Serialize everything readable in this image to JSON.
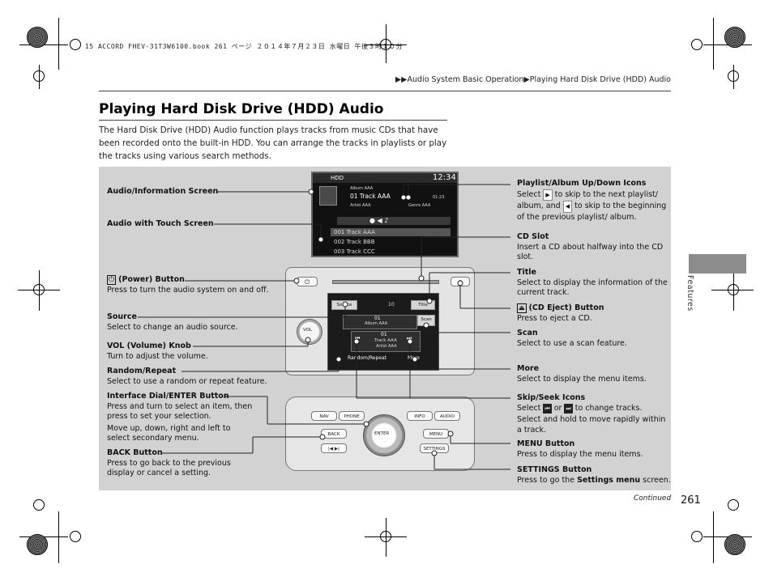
{
  "print_line": "15 ACCORD FHEV-31T3W6100.book  261 ページ  ２０１４年７月２３日  水曜日  午後３時１０分",
  "breadcrumb": {
    "marker": "▶▶",
    "crumb1": "Audio System Basic Operation",
    "sep": "▶",
    "crumb2": "Playing Hard Disk Drive (HDD) Audio"
  },
  "title": "Playing Hard Disk Drive (HDD) Audio",
  "intro": "The Hard Disk Drive (HDD) Audio function plays tracks from music CDs that have been recorded onto the built-in HDD. You can arrange the tracks in playlists or play the tracks using various search methods.",
  "left_labels": {
    "audio_info": "Audio/Information Screen",
    "audio_touch": "Audio with Touch Screen",
    "power_head": "(Power) Button",
    "power_desc": "Press to turn the audio system on and off.",
    "source_head": "Source",
    "source_desc": "Select to change an audio source.",
    "vol_head": "VOL (Volume) Knob",
    "vol_desc": "Turn to adjust the volume.",
    "random_head": "Random/Repeat",
    "random_desc": "Select to use a random or repeat feature.",
    "dial_head": "Interface Dial/ENTER Button",
    "dial_desc1": "Press and turn to select an item, then press to set your selection.",
    "dial_desc2": "Move up, down, right and left to select secondary menu.",
    "back_head": "BACK Button",
    "back_desc": "Press to go back to the previous display or cancel a setting."
  },
  "right_labels": {
    "playlist_head": "Playlist/Album Up/Down Icons",
    "playlist_desc_a": "Select",
    "playlist_desc_b": "to skip to the next playlist/ album, and",
    "playlist_desc_c": "to skip to the beginning of the previous playlist/ album.",
    "cdslot_head": "CD Slot",
    "cdslot_desc": "Insert a CD about halfway into the CD slot.",
    "title_head": "Title",
    "title_desc": "Select to display the information of the current track.",
    "eject_head": "(CD Eject) Button",
    "eject_desc": "Press to eject a CD.",
    "scan_head": "Scan",
    "scan_desc": "Select to use a scan feature.",
    "more_head": "More",
    "more_desc": "Select to display the menu items.",
    "skip_head": "Skip/Seek Icons",
    "skip_desc_a": "Select",
    "skip_desc_or": "or",
    "skip_desc_b": "to change tracks.",
    "skip_desc2": "Select and hold to move rapidly within a track.",
    "menu_head": "MENU Button",
    "menu_desc": "Press to display the menu items.",
    "settings_head": "SETTINGS Button",
    "settings_desc_a": "Press to go the",
    "settings_desc_b": "Settings menu",
    "settings_desc_c": "screen."
  },
  "upper_screen": {
    "source": "HDD",
    "clock": "12:34",
    "album_small": "Album AAA",
    "track_big": "01 Track AAA",
    "artist": "Artist AAA",
    "genre": "Genre AAA",
    "time": "01:23",
    "list": [
      "001 Track AAA",
      "002 Track BBB",
      "003 Track CCC"
    ]
  },
  "lower_screen": {
    "source_btn": "Source",
    "title_btn": "Title",
    "vol_readout": "10",
    "album_no": "01",
    "album_name": "Album AAA",
    "scan_btn": "Scan",
    "track_no": "01",
    "track_name": "Track AAA",
    "artist_name": "Artist AAA",
    "random_btn": "Random/Repeat",
    "more_btn": "More"
  },
  "device_buttons": {
    "vol": "VOL",
    "nav": "NAV",
    "phone": "PHONE",
    "info": "INFO",
    "audio": "AUDIO",
    "back": "BACK",
    "menu": "MENU",
    "enter": "ENTER",
    "settings": "SETTINGS"
  },
  "side_tab_text": "Features",
  "page_number": "261",
  "continued": "Continued",
  "colors": {
    "panel_bg": "#d2d2d2",
    "side_tab": "#8c8c8c"
  }
}
